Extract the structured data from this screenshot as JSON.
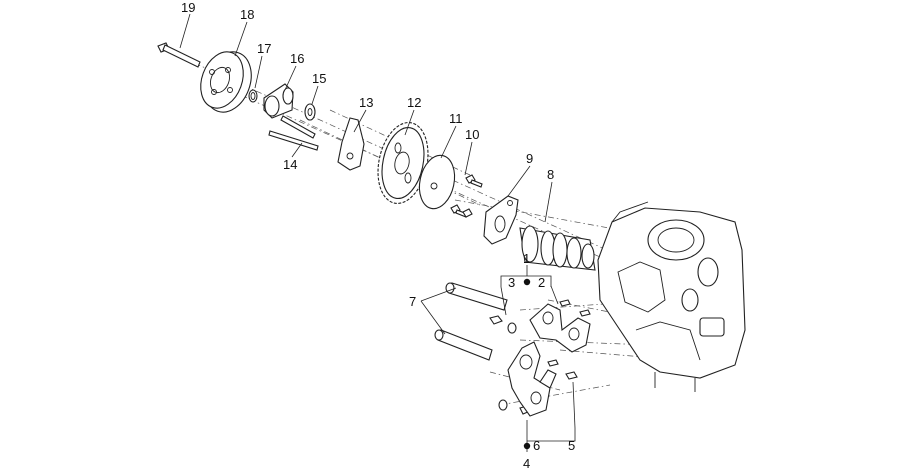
{
  "callouts": [
    {
      "id": "19",
      "text": "19"
    },
    {
      "id": "18",
      "text": "18"
    },
    {
      "id": "17",
      "text": "17"
    },
    {
      "id": "16",
      "text": "16"
    },
    {
      "id": "15",
      "text": "15"
    },
    {
      "id": "14",
      "text": "14"
    },
    {
      "id": "13",
      "text": "13"
    },
    {
      "id": "12",
      "text": "12"
    },
    {
      "id": "11",
      "text": "11"
    },
    {
      "id": "10",
      "text": "10"
    },
    {
      "id": "9",
      "text": "9"
    },
    {
      "id": "8",
      "text": "8"
    },
    {
      "id": "7",
      "text": "7"
    },
    {
      "id": "1",
      "text": "1"
    },
    {
      "id": "2",
      "text": "2"
    },
    {
      "id": "3",
      "text": "3"
    },
    {
      "id": "4",
      "text": "4"
    },
    {
      "id": "5",
      "text": "5"
    },
    {
      "id": "6",
      "text": "6"
    }
  ]
}
